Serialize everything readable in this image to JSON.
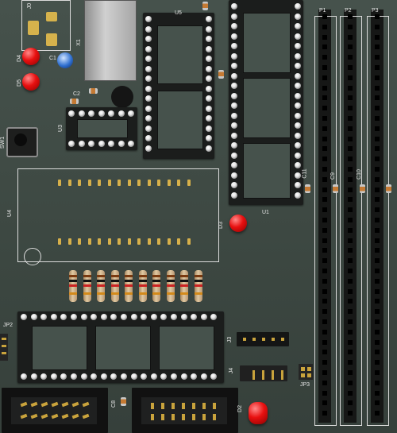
{
  "board": {
    "labels": {
      "j0": "J0",
      "x1": "X1",
      "c1": "C1",
      "c2": "C2",
      "d4": "D4",
      "d5": "D5",
      "u5": "U5",
      "u3": "U3",
      "u1": "U1",
      "u4": "U4",
      "sw1": "SW1",
      "d3": "D3",
      "d2": "D2",
      "c8": "C8",
      "c9": "C9",
      "c10": "C10",
      "c11": "C11",
      "p1": "P1",
      "p2": "P2",
      "p3": "P3",
      "j3": "J3",
      "j4": "J4",
      "jp2": "JP2",
      "jp3": "JP3"
    },
    "colors": {
      "pcb": "#3f4a44",
      "silkscreen": "#e8e8e8",
      "led_red": "#e81010",
      "gold_pad": "#d7b04a"
    },
    "icons": {
      "crystal": "crystal-oscillator-icon",
      "button": "pushbutton-icon"
    }
  }
}
